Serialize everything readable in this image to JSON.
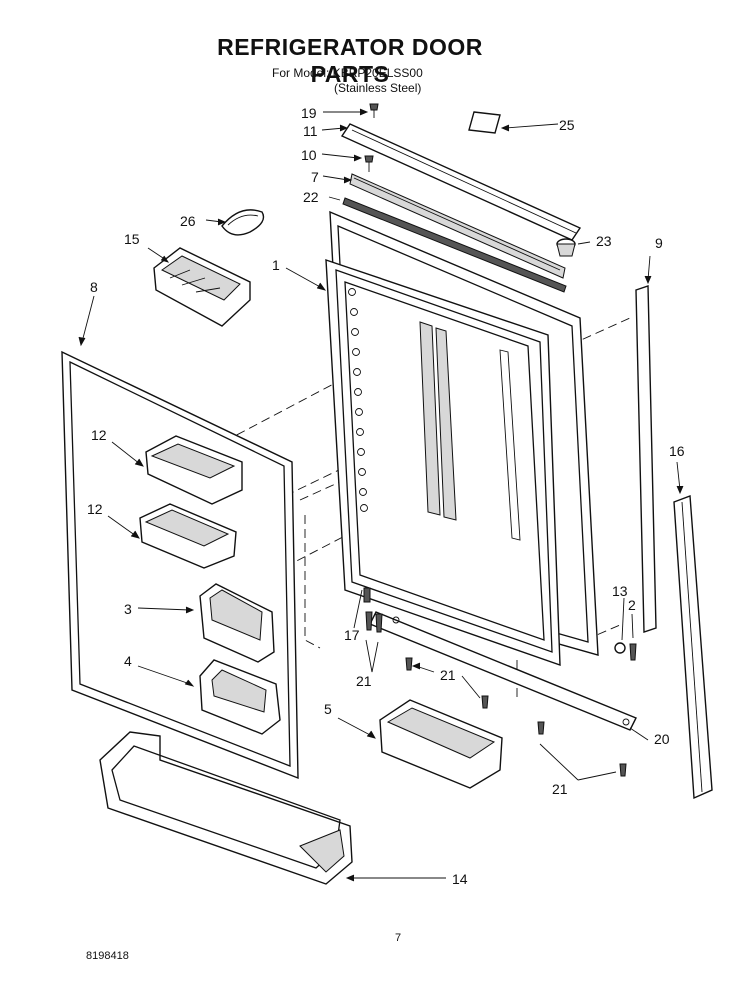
{
  "header": {
    "title": "REFRIGERATOR DOOR PARTS",
    "model_line": "For Model: KBRP20ELSS00",
    "finish_line": "(Stainless Steel)"
  },
  "callouts": {
    "c1": "1",
    "c2": "2",
    "c3": "3",
    "c4": "4",
    "c5": "5",
    "c7": "7",
    "c8": "8",
    "c9": "9",
    "c10": "10",
    "c11": "11",
    "c12a": "12",
    "c12b": "12",
    "c13": "13",
    "c14": "14",
    "c15": "15",
    "c16": "16",
    "c17": "17",
    "c19": "19",
    "c20": "20",
    "c21a": "21",
    "c21b": "21",
    "c21c": "21",
    "c22": "22",
    "c23": "23",
    "c25": "25",
    "c26": "26"
  },
  "footer": {
    "page_number": "7",
    "doc_number": "8198418"
  }
}
